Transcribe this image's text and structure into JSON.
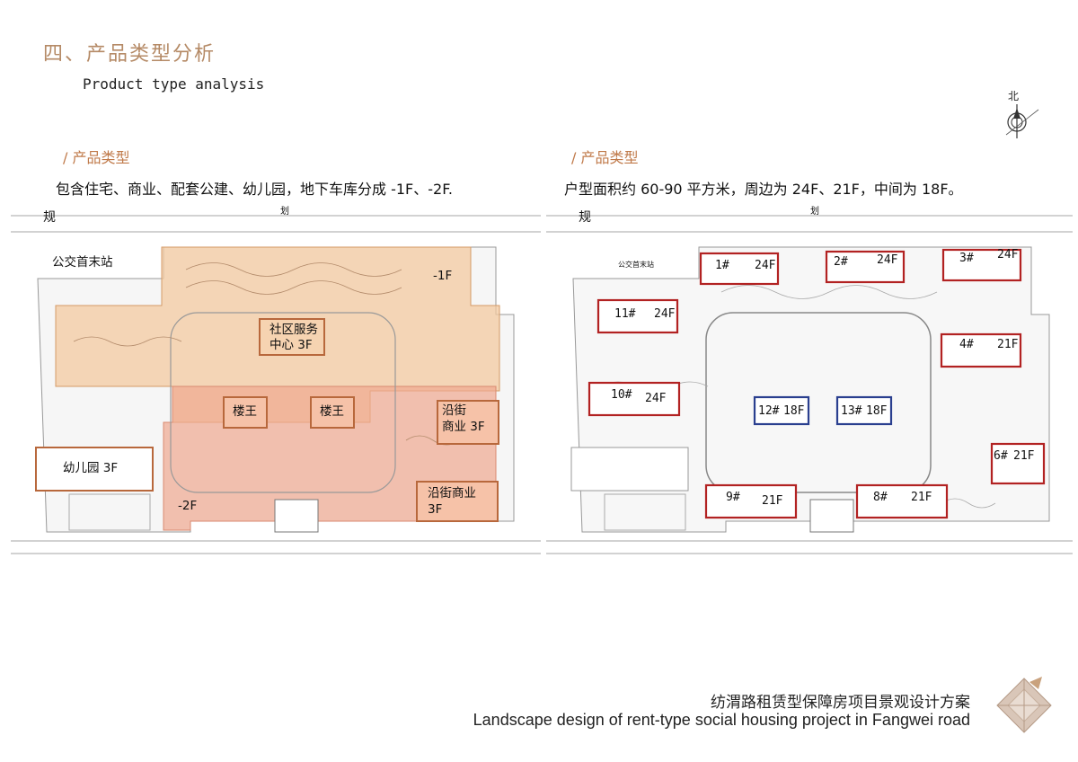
{
  "header": {
    "title_cn": "四、产品类型分析",
    "title_en": "Product type analysis"
  },
  "compass": {
    "label": "北"
  },
  "left_panel": {
    "section_title": "/ 产品类型",
    "description": "包含住宅、商业、配套公建、幼儿园，地下车库分成 -1F、-2F.",
    "road_char": "规",
    "road_char2": "划",
    "labels": {
      "bus_station": "公交首末站",
      "minus1": "-1F",
      "service_center_1": "社区服务",
      "service_center_2": "中心 3F",
      "lou_wang_1": "楼王",
      "lou_wang_2": "楼王",
      "street_biz_1": "沿街",
      "street_biz_2": "商业 3F",
      "kindergarten": "幼儿园 3F",
      "minus2": "-2F",
      "street_biz2_1": "沿街商业",
      "street_biz2_2": "3F"
    }
  },
  "right_panel": {
    "section_title": "/ 产品类型",
    "description": "户型面积约 60-90 平方米，周边为 24F、21F，中间为 18F。",
    "road_char": "规",
    "road_char2": "划",
    "bus_station_small": "公交首末站",
    "buildings": [
      {
        "id": "1#",
        "floors": "24F",
        "color": "#b22222"
      },
      {
        "id": "2#",
        "floors": "24F",
        "color": "#b22222"
      },
      {
        "id": "3#",
        "floors": "24F",
        "color": "#b22222"
      },
      {
        "id": "11#",
        "floors": "24F",
        "color": "#b22222"
      },
      {
        "id": "4#",
        "floors": "21F",
        "color": "#b22222"
      },
      {
        "id": "10#",
        "floors": "24F",
        "color": "#b22222"
      },
      {
        "id": "12#",
        "floors": "18F",
        "color": "#2a3f8f"
      },
      {
        "id": "13#",
        "floors": "18F",
        "color": "#2a3f8f"
      },
      {
        "id": "6#",
        "floors": "21F",
        "color": "#b22222"
      },
      {
        "id": "9#",
        "floors": "21F",
        "color": "#b22222"
      },
      {
        "id": "8#",
        "floors": "21F",
        "color": "#b22222"
      }
    ]
  },
  "footer": {
    "title_cn": "纺渭路租赁型保障房项目景观设计方案",
    "title_en": "Landscape design of rent-type social housing project in Fangwei road"
  },
  "colors": {
    "accent": "#b58a66",
    "residential_fill": "#f3c9a0",
    "commercial_fill": "#f0a890",
    "outline": "#b8683c",
    "tall_building": "#b22222",
    "mid_building": "#2a3f8f"
  }
}
